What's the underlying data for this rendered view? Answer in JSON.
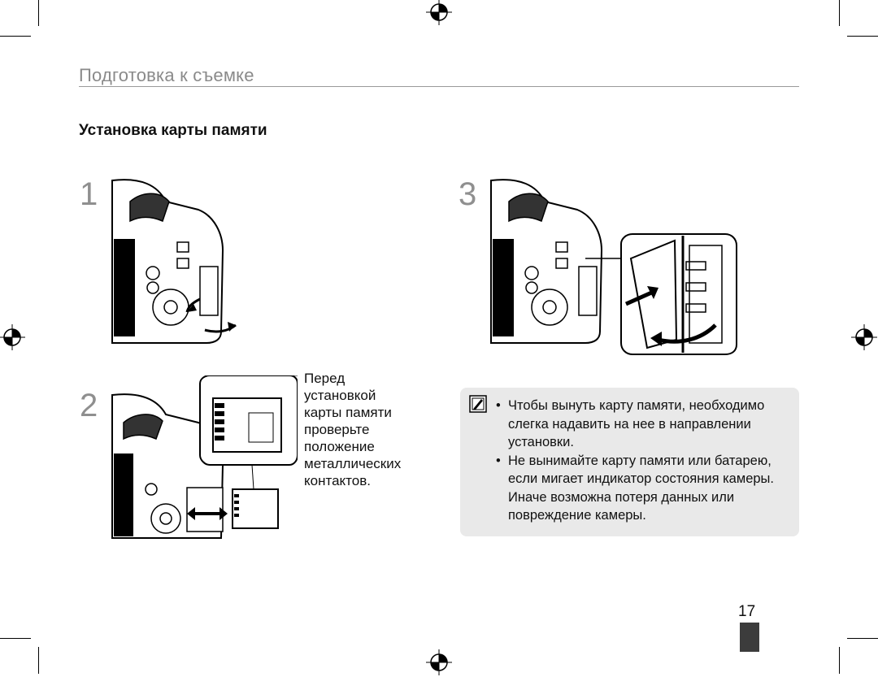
{
  "header": {
    "section_title": "Подготовка к съемке",
    "subsection_title": "Установка карты памяти"
  },
  "steps": [
    {
      "number": "1"
    },
    {
      "number": "2"
    },
    {
      "number": "3"
    }
  ],
  "caption_lines": [
    "Перед",
    "установкой",
    "карты памяти",
    "проверьте",
    "положение",
    "металлических",
    "контактов."
  ],
  "note": {
    "icon": "note-pencil-icon",
    "items": [
      "Чтобы вынуть карту памяти, необходимо слегка надавить на нее в направлении установки.",
      "Не вынимайте карту памяти или батарею, если мигает индикатор состояния камеры. Иначе возможна потеря данных или повреждение камеры."
    ]
  },
  "footer": {
    "page_number": "17"
  },
  "colors": {
    "section_title": "#8a8a8a",
    "note_bg": "#e9e9e9",
    "thumb_tab": "#3c3c3c"
  }
}
